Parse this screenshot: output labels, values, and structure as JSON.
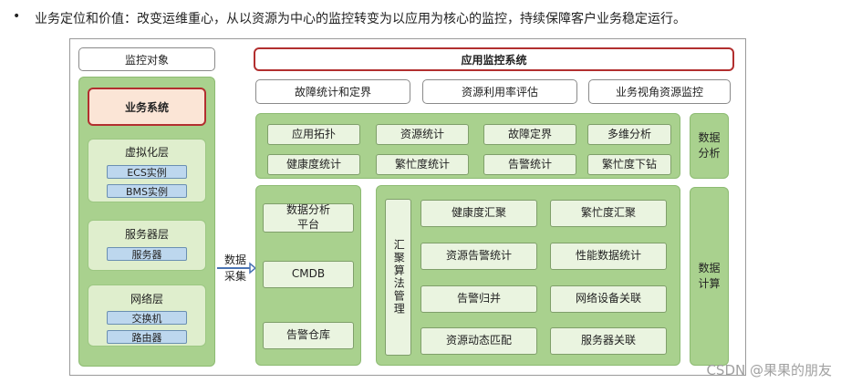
{
  "header": {
    "bullet": "•",
    "text": "业务定位和价值：改变运维重心，从以资源为中心的监控转变为以应用为核心的监控，持续保障客户业务稳定运行。"
  },
  "diagram": {
    "left_title": "监控对象",
    "main_title": "应用监控系统",
    "top_tabs": [
      "故障统计和定界",
      "资源利用率评估",
      "业务视角资源监控"
    ],
    "business_system": "业务系统",
    "virtualization": {
      "title": "虚拟化层",
      "items": [
        "ECS实例",
        "BMS实例"
      ]
    },
    "server_layer": {
      "title": "服务器层",
      "items": [
        "服务器"
      ]
    },
    "network_layer": {
      "title": "网络层",
      "items": [
        "交换机",
        "路由器"
      ]
    },
    "collect_label": "数据\n采集",
    "analysis_row1": [
      "应用拓扑",
      "资源统计",
      "故障定界",
      "多维分析"
    ],
    "analysis_row2": [
      "健康度统计",
      "繁忙度统计",
      "告警统计",
      "繁忙度下钻"
    ],
    "data_analysis_label": "数据\n分析",
    "data_compute_label": "数据\n计算",
    "platform": [
      "数据分析\n平台",
      "CMDB",
      "告警仓库"
    ],
    "algo_label": "汇聚算法管理",
    "algo_grid": [
      "健康度汇聚",
      "繁忙度汇聚",
      "资源告警统计",
      "性能数据统计",
      "告警归并",
      "网络设备关联",
      "资源动态匹配",
      "服务器关联"
    ]
  },
  "watermark": "CSDN @果果的朋友",
  "colors": {
    "green": "#a9d18e",
    "light_green": "#dfeecd",
    "business_red": "#b22f2f",
    "business_fill": "#fbe5d6",
    "blue_chip": "#bdd7ee"
  }
}
